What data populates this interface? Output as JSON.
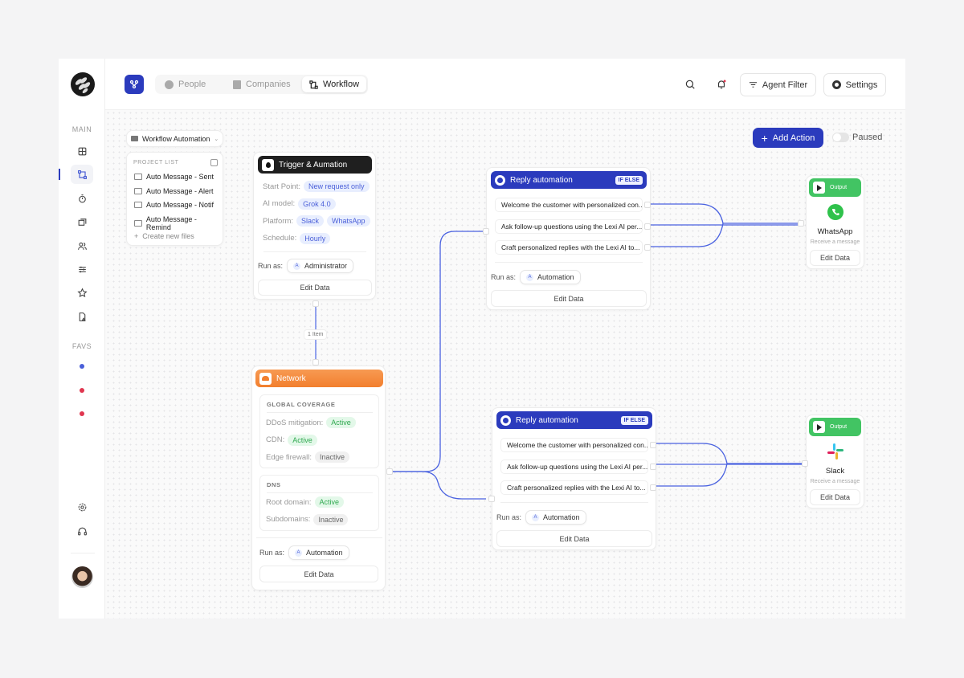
{
  "colors": {
    "primary": "#2b3bbd",
    "network": "#f5893e",
    "output": "#3fc35e",
    "dark": "#1f1f1f"
  },
  "sidebar": {
    "main_label": "MAIN",
    "favs_label": "FAVS",
    "items": [
      {
        "icon": "grid-icon"
      },
      {
        "icon": "workflow-icon",
        "active": true
      },
      {
        "icon": "timer-icon"
      },
      {
        "icon": "folders-icon"
      },
      {
        "icon": "users-icon"
      },
      {
        "icon": "sliders-icon"
      },
      {
        "icon": "star-icon"
      },
      {
        "icon": "file-icon"
      }
    ],
    "favs": [
      {
        "color": "#4a5fd9"
      },
      {
        "color": "#e0364f"
      },
      {
        "color": "#e0364f"
      }
    ]
  },
  "topbar": {
    "tabs": [
      {
        "label": "People",
        "icon": "user-circle-icon"
      },
      {
        "label": "Companies",
        "icon": "building-icon"
      },
      {
        "label": "Workflow",
        "icon": "workflow-icon",
        "active": true
      }
    ],
    "agent_filter": "Agent Filter",
    "settings": "Settings"
  },
  "toolbar": {
    "add_action": "Add Action",
    "paused": "Paused",
    "paused_on": false
  },
  "project": {
    "dropdown": "Workflow Automation",
    "list_title": "PROJECT LIST",
    "files": [
      "Auto Message - Sent",
      "Auto Message - Alert",
      "Auto Message - Notif",
      "Auto Message - Remind"
    ],
    "create": "Create new files"
  },
  "trigger": {
    "title": "Trigger & Aumation",
    "rows": [
      {
        "label": "Start Point:",
        "chips": [
          "New request only"
        ]
      },
      {
        "label": "AI model:",
        "chips": [
          "Grok 4.0"
        ]
      },
      {
        "label": "Platform:",
        "chips": [
          "Slack",
          "WhatsApp"
        ]
      },
      {
        "label": "Schedule:",
        "chips": [
          "Hourly"
        ]
      }
    ],
    "run_as_label": "Run as:",
    "run_as": "Administrator",
    "edit": "Edit Data"
  },
  "connector_label": "1 Item",
  "network": {
    "title": "Network",
    "global": {
      "title": "GLOBAL COVERAGE",
      "rows": [
        {
          "label": "DDoS mitigation:",
          "value": "Active"
        },
        {
          "label": "CDN:",
          "value": "Active"
        },
        {
          "label": "Edge firewall:",
          "value": "Inactive"
        }
      ]
    },
    "dns": {
      "title": "DNS",
      "rows": [
        {
          "label": "Root domain:",
          "value": "Active"
        },
        {
          "label": "Subdomains:",
          "value": "Inactive"
        }
      ]
    },
    "run_as_label": "Run as:",
    "run_as": "Automation",
    "edit": "Edit Data"
  },
  "replies": [
    {
      "title": "Reply automation",
      "badge": "IF ELSE",
      "items": [
        "Welcome the customer with personalized con...",
        "Ask follow-up questions using the Lexi AI per...",
        "Craft personalized replies with the Lexi AI to..."
      ],
      "run_as_label": "Run as:",
      "run_as": "Automation",
      "edit": "Edit Data"
    },
    {
      "title": "Reply automation",
      "badge": "IF ELSE",
      "items": [
        "Welcome the customer with personalized con...",
        "Ask follow-up questions using the Lexi AI per...",
        "Craft personalized replies with the Lexi AI to..."
      ],
      "run_as_label": "Run as:",
      "run_as": "Automation",
      "edit": "Edit Data"
    }
  ],
  "outputs": [
    {
      "header": "Output",
      "name": "WhatsApp",
      "icon": "whatsapp-icon",
      "desc": "Receive a message",
      "edit": "Edit Data"
    },
    {
      "header": "Output",
      "name": "Slack",
      "icon": "slack-icon",
      "desc": "Receive a message",
      "edit": "Edit Data"
    }
  ]
}
